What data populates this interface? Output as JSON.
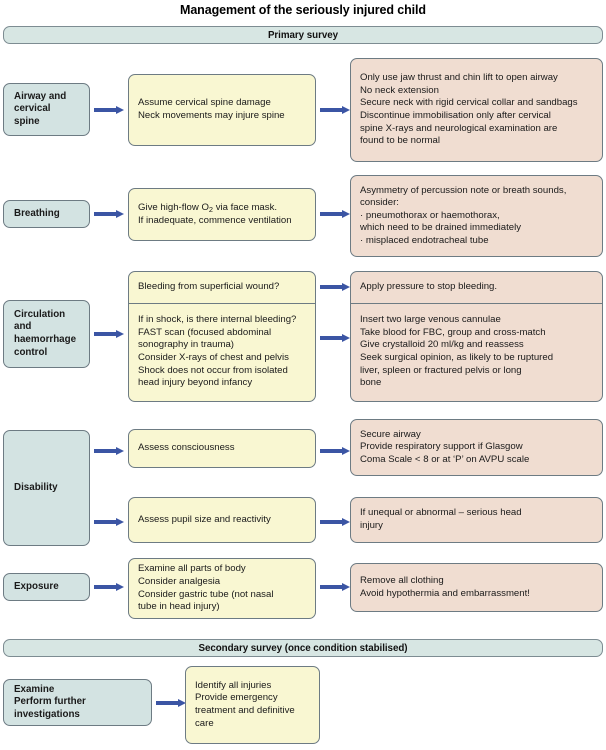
{
  "title": "Management of the seriously injured child",
  "banners": {
    "primary": "Primary survey",
    "secondary": "Secondary survey (once condition stabilised)"
  },
  "colors": {
    "category_fill": "#d3e3e2",
    "assessment_fill": "#f9f7d2",
    "action_fill": "#f0ddd1",
    "banner_fill": "#d7e6e3",
    "arrow": "#3b55a4",
    "border": "#6d7b83",
    "text": "#1a1a1a",
    "page_background": "#ffffff"
  },
  "rows": [
    {
      "id": "airway",
      "category": "Airway and\ncervical\nspine",
      "assessment": "Assume cervical spine damage\nNeck movements may injure spine",
      "action": "Only use jaw thrust and chin lift to open airway\nNo neck extension\nSecure neck with rigid cervical collar and sandbags\nDiscontinue immobilisation only after cervical\nspine X-rays and neurological examination are\nfound to be normal"
    },
    {
      "id": "breathing",
      "category": "Breathing",
      "assessment_pre": "Give high-flow O",
      "assessment_sub": "2",
      "assessment_post": " via face mask.\nIf inadequate, commence ventilation",
      "action": "Asymmetry of percussion note or breath sounds,\nconsider:\n· pneumothorax or haemothorax,\n  which need to be drained immediately\n· misplaced endotracheal tube"
    },
    {
      "id": "circulation",
      "category": "Circulation\nand\nhaemorrhage\ncontrol",
      "assessment_top": "Bleeding from superficial wound?",
      "assessment_bottom": "If in shock, is there internal bleeding?\nFAST scan (focused abdominal\nsonography in trauma)\nConsider X-rays of chest and pelvis\nShock does not occur from isolated\nhead injury beyond infancy",
      "action_top": "Apply pressure to stop bleeding.",
      "action_bottom": "Insert two large venous cannulae\nTake blood for FBC, group and cross-match\nGive crystalloid 20 ml/kg and reassess\nSeek surgical opinion, as likely to be ruptured\nliver, spleen or fractured pelvis or long\nbone"
    },
    {
      "id": "disability",
      "category": "Disability",
      "assessment_1": "Assess consciousness",
      "action_1": "Secure airway\nProvide respiratory support if Glasgow\nComa Scale < 8 or at ‘P’ on AVPU scale",
      "assessment_2": "Assess pupil size and reactivity",
      "action_2": "If unequal or abnormal – serious head\ninjury"
    },
    {
      "id": "exposure",
      "category": "Exposure",
      "assessment": "Examine all parts of body\nConsider analgesia\nConsider gastric tube (not nasal\ntube in head injury)",
      "action": "Remove all clothing\nAvoid hypothermia and embarrassment!"
    }
  ],
  "secondary_row": {
    "id": "secondary",
    "category": "Examine\nPerform further\ninvestigations",
    "assessment": "Identify all injuries\nProvide emergency\ntreatment and definitive\ncare"
  }
}
